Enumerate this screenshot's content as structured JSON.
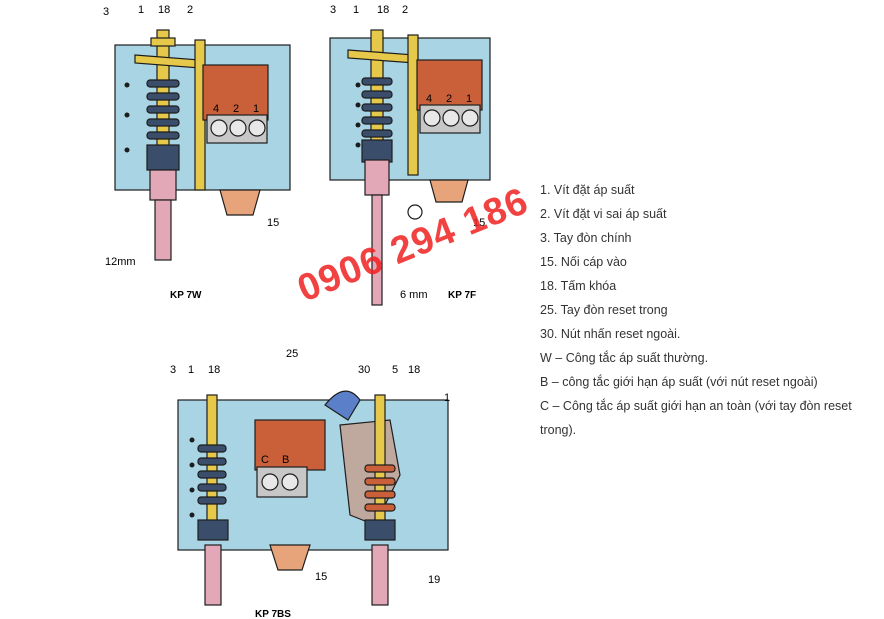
{
  "diagrams": {
    "kp7w": {
      "model_label": "KP 7W",
      "callouts": [
        "3",
        "1",
        "18",
        "2",
        "4",
        "2",
        "1",
        "15",
        "12mm"
      ]
    },
    "kp7f": {
      "model_label": "KP 7F",
      "callouts": [
        "3",
        "1",
        "18",
        "2",
        "4",
        "2",
        "1",
        "15",
        "6 mm"
      ]
    },
    "kp7bs": {
      "model_label": "KP 7BS",
      "callouts": [
        "3",
        "1",
        "18",
        "25",
        "30",
        "5",
        "18",
        "1",
        "C",
        "B",
        "15",
        "19"
      ]
    }
  },
  "legend": [
    "1. Vít đặt áp suất",
    "2. Vít đặt vi sai áp suất",
    "3. Tay đòn chính",
    "15. Nối cáp vào",
    "18. Tấm khóa",
    "25. Tay đòn reset trong",
    "30. Nút nhấn reset ngoài.",
    "W – Công tắc áp suất thường.",
    "B – công tắc giới hạn áp suất (với nút reset ngoài)",
    "C – Công tắc áp suất giới hạn an toàn (với tay đòn reset trong)."
  ],
  "watermark": "0906 294 186",
  "colors": {
    "body_blue": "#a9d4e3",
    "outline": "#1d1d1d",
    "brass": "#e6c84a",
    "spring": "#3a4d6b",
    "copper": "#c9603a",
    "bellows_pink": "#e2a8b8",
    "terminal_grey": "#c7c7c7",
    "watermark_red": "#f02020"
  }
}
